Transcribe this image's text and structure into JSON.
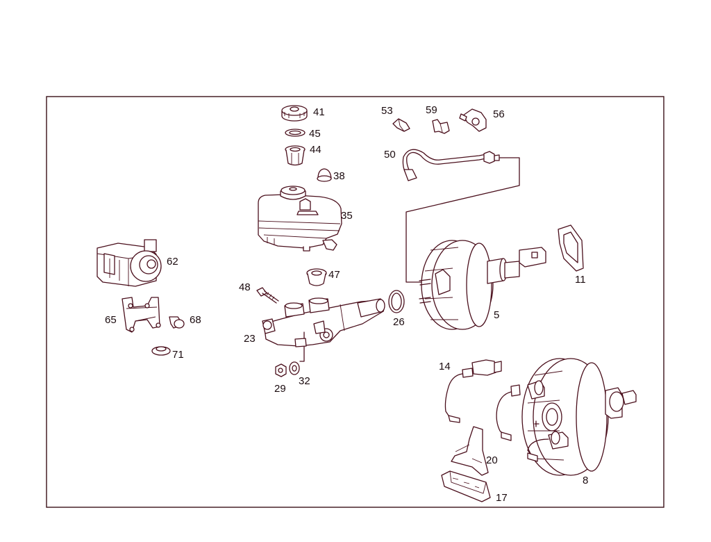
{
  "diagram": {
    "accent_color": "#4a0f1c",
    "labels": {
      "p41": "41",
      "p45": "45",
      "p44": "44",
      "p38": "38",
      "p35": "35",
      "p53": "53",
      "p59": "59",
      "p56": "56",
      "p50": "50",
      "p62": "62",
      "p65": "65",
      "p68": "68",
      "p71": "71",
      "p47": "47",
      "p48": "48",
      "p23": "23",
      "p29": "29",
      "p32": "32",
      "p26": "26",
      "p5": "5",
      "p11": "11",
      "p14": "14",
      "p20": "20",
      "p17": "17",
      "p8": "8"
    }
  }
}
